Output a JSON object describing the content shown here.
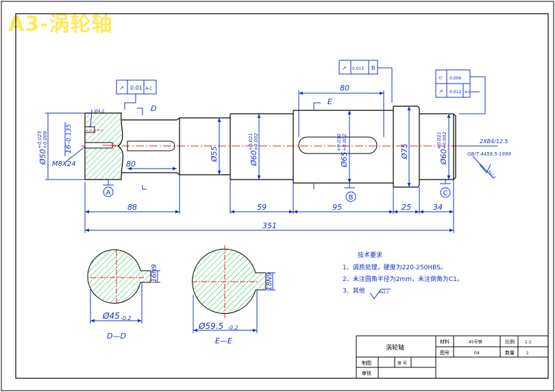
{
  "watermark": "A3-涡轮轴",
  "dims": {
    "d_left": "Ø50",
    "d_left_tol_up": "+0.025",
    "d_left_tol_dn": "+0.009",
    "d_key1": "16",
    "d_key1_tol": "-0.135",
    "thread": "M8X24",
    "d_55": "Ø55",
    "d_60": "Ø60",
    "d_60_tol_up": "+0.021",
    "d_60_tol_dn": "+0.002",
    "d_65": "Ø65",
    "d_65_tol_up": "+0.030",
    "d_65_tol_dn": "+0.002",
    "d_75": "Ø75",
    "d_right": "Ø60",
    "d_right_tol_up": "+0.021",
    "d_right_tol_dn": "+0.002",
    "len_key_left": "80",
    "len_key_mid": "80",
    "len_88": "88",
    "len_59": "59",
    "len_95": "95",
    "len_25": "25",
    "len_34": "34",
    "len_total": "351",
    "hole": "Ø4.2",
    "center_hole": "2XB4/12.5",
    "center_std": "GB/T 4459.5-1999",
    "section_dd_dia": "Ø45",
    "section_dd_tol": "-0.2",
    "section_dd_key": "16N9",
    "section_ee_dia": "Ø59.5",
    "section_ee_tol": "-0.2",
    "section_ee_key": "18N9"
  },
  "tolerance_frames": {
    "f1_value": "0.01",
    "f1_datum": "A-C",
    "f2_value": "0.015",
    "f2_datum": "B",
    "f3_value": "0.006",
    "f4_value": "0.012",
    "f4_datum": "A-C"
  },
  "datums": {
    "a": "A",
    "b": "B",
    "c": "C"
  },
  "section_marks": {
    "d": "D",
    "e": "E",
    "dd": "D—D",
    "ee": "E—E"
  },
  "notes": {
    "title": "技术要求",
    "line1": "1、调质处理，硬度为220-250HBS。",
    "line2": "2、未注圆角半径为2mm，未注倒角为C1。",
    "line3": "3、其他",
    "roughness": "Ra3.2",
    "roughness_side": "Ra1.6"
  },
  "title_block": {
    "part_name": "涡轮轴",
    "material_label": "材料",
    "material": "45号钢",
    "scale_label": "比例",
    "scale": "1:1",
    "drawing_no_label": "图号",
    "drawing_no": "04",
    "qty_label": "数量",
    "qty": "1",
    "drawn_label": "制图",
    "checked_label": "审核",
    "sign_label": "审 号"
  }
}
